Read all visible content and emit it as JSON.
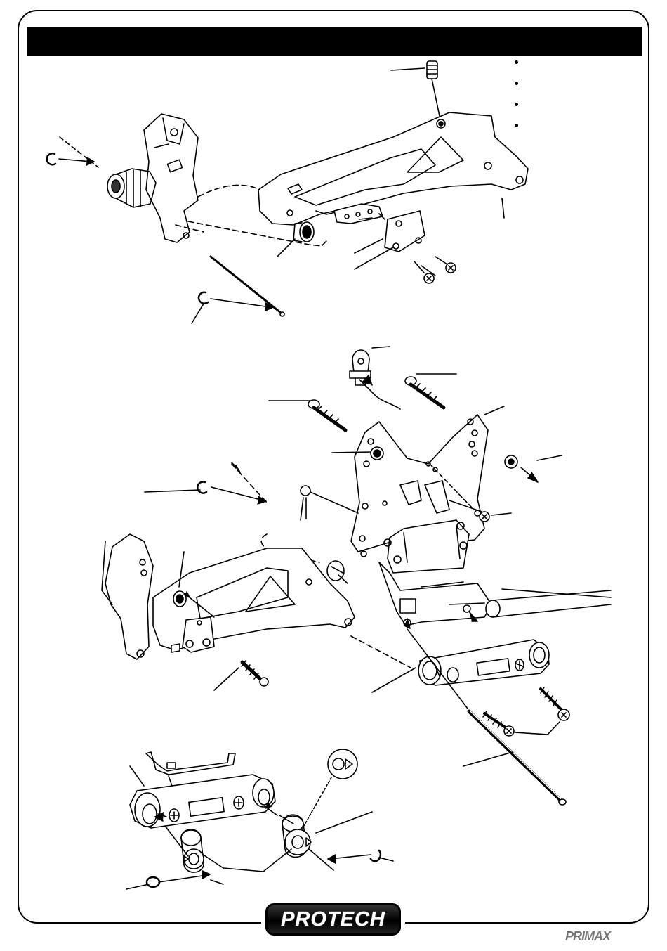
{
  "header": {
    "title": ""
  },
  "step_list": {
    "count": 4
  },
  "footer": {
    "logo_text": "PROTECH",
    "brand_mark": "PRIMAX"
  },
  "colors": {
    "ink": "#000000",
    "paper": "#ffffff",
    "brand_mark": "#777777"
  }
}
